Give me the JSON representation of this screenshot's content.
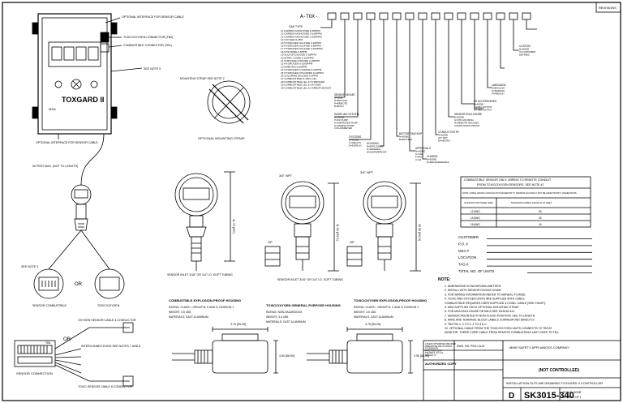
{
  "header": {
    "part_prefix": "A-TOX-",
    "revision_label": "REVISIONS"
  },
  "gas_codes": {
    "title": "GAS TYPE",
    "items": [
      "11 CARBON MONOXIDE 0-50PPM",
      "12 CARBON MONOXIDE 0-100PPM",
      "13 CARBON MONOXIDE 0-500PPM",
      "14 OXYGEN 0-25%",
      "15 HYDROGEN SULFIDE 0-10PPM",
      "16 HYDROGEN SULFIDE 0-50PPM",
      "17 HYDROGEN SULFIDE 0-100PPM",
      "18 CHLORINE 0-5PPM",
      "19 SULFUR DIOXIDE 0-20PPM",
      "20 NITRIC OXIDE 0-100PPM",
      "21 NITROGEN DIOXIDE 0-20PPM",
      "22 HYDROGEN 0-1000PPM",
      "23 AMMONIA 0-50PPM",
      "24 HYDROGEN CYANIDE 0-20PPM",
      "25 HYDROGEN CHLORIDE 0-20PPM",
      "26 CHLORINE DIOXIDE 0-1PPM",
      "27 COMBUSTIBLE 0-100% LEL",
      "28 COMBUSTIBLE LEL & HYDROGEN",
      "29 COMBUSTIBLE LEL & OXYGEN",
      "30 COMBUSTIBLE LEL & CARBON MONOX"
    ]
  },
  "option_blocks": [
    {
      "title": "SENSOR MOUNT",
      "lines": [
        "S=SIDE",
        "D=BOTTOM",
        "R=REMOTE",
        "B=BOTH"
      ]
    },
    {
      "title": "SAMPLING SYSTEM",
      "lines": [
        "N=NONE",
        "P=DC PUMP",
        "A=ASPIRATED PUMP",
        "S=SAMPLE PUMP",
        "F=FLOWMETER"
      ]
    },
    {
      "title": "SYSTEMS",
      "lines": [
        "N=NONE",
        "A=RELAYS",
        "D=DISPLAY"
      ]
    },
    {
      "title": "HOUSING",
      "lines": [
        "E=EXPLOSION",
        "G=GENERAL",
        "W=WATERPROOF"
      ]
    },
    {
      "title": "BATTERY BACKUP",
      "lines": [
        "N=NONE",
        "B=BATTERY"
      ]
    },
    {
      "title": "APPROVALS",
      "lines": [
        "N=NONE",
        "C=CSA",
        "F=FM",
        "U=UL"
      ]
    },
    {
      "title": "CHARGE",
      "lines": [
        "N=NONE",
        "R=RECHARGEABLE"
      ]
    },
    {
      "title": "CONDUIT ENTRY",
      "lines": [
        "N=NONE",
        "3/4\" NPT",
        "M=METRIC"
      ]
    },
    {
      "title": "SENSOR ENCLOSURE",
      "lines": [
        "N=NONE",
        "S=STD HOUSING",
        "R=REMOTE HOUSING",
        "X=EXPLOSION PROOF"
      ]
    },
    {
      "title": "I/O ACCESSORIES",
      "lines": [
        "N=NONE",
        "4-20MA OUTPUT",
        "RS-485 OUTPUT"
      ]
    },
    {
      "title": "LANGUAGE",
      "lines": [
        "E=ENGLISH",
        "S=SPANISH",
        "F=FRENCH"
      ]
    },
    {
      "title": "CUSTOM",
      "lines": [
        "N=NONE",
        "X=CUSTOMER",
        "DEFINED"
      ]
    }
  ],
  "controller": {
    "brand": "TOXGARD II",
    "maker": "MSA",
    "labels": {
      "optional_interface_top": "OPTIONAL INTERFACE FOR SENSOR CABLE",
      "toxic_connector": "TOXIC/OXYGEN CONNECTOR (TB2)",
      "combustible_connector": "COMBUSTIBLE CONNECTOR (TB1)",
      "optional_interface_bottom": "OPTIONAL INTERFACE FOR SENSOR CABLE",
      "see_note": "SEE NOTE 9"
    }
  },
  "mounting_strap": {
    "label": "MOUNTING STRAP SEE NOTE 2",
    "caption": "OPTIONAL MOUNTING STRAP"
  },
  "cable": {
    "label": "50 FEET MAX. (NOT TO LENGTH)"
  },
  "sensor_details": {
    "or_label": "OR",
    "see_note": "SEE NOTE 3",
    "left_caption": "SENSOR COMBUSTIBLE",
    "right_caption": "TOXIC/OXYGEN"
  },
  "housings": [
    {
      "caption": "COMBUSTIBLE EXPLOSION-PROOF HOUSING",
      "inlet": "SENSOR INLET 3/16\" OR 1/4\" I.D. SOFT TUBING",
      "rating": "RATING: CLASS I, GROUP B, C AND D, DIVISION 1",
      "weight": "WEIGHT: 3.5 LBS.",
      "material": "MATERIALS: CAST ALUMINUM",
      "dimension": "11.70 [297]"
    },
    {
      "caption": "TOXIC/OXYGEN GENERAL-PURPOSE HOUSING",
      "inlet": "SENSOR INLET 3/16\" OR 1/4\" I.D. SOFT TUBING",
      "rating": "RATING: NON-HAZARDOUS",
      "weight": "WEIGHT: 3.0 LBS.",
      "material": "MATERIALS: CAST ALUMINUM",
      "dimension": "11.50 [292.1]",
      "npt": "3/4\" NPT",
      "op": "OP"
    },
    {
      "caption": "TOXIC/OXYGEN EXPLOSION-PROOF HOUSING",
      "rating": "RATING: CLASS I, GROUP B, C AND D, DIVISION 1",
      "weight": "WEIGHT: 3.5 LBS.",
      "material": "MATERIALS: CAST ALUMINUM",
      "dimension": "15.50 [342.9]",
      "npt": "3/4\" NPT",
      "op": "OP"
    }
  ],
  "cable_table": {
    "title": "COMBUSTIBLE SENSOR ONLY: WIRING TO REMOTE CONDUIT",
    "subtitle": "FROM TOXIC/OXYGEN SENSORS, SEE NOTE #7",
    "note": "NOTE: CABLE LENGTH SHOULD NOT EXCEED 50 FT. SENSOR ACCURACY MAY BE AFFECTED BY LONGER RUNS.",
    "headers": [
      "CONDUCTOR WIRE SIZE",
      "MAXIMUM CABLE LENGTH IN FEET"
    ],
    "rows": [
      [
        "12 AWG",
        "50"
      ],
      [
        "14 AWG",
        "25"
      ],
      [
        "16 AWG",
        "16"
      ]
    ]
  },
  "customer_block": {
    "fields": [
      "CUSTOMER",
      "P.O. #",
      "MSA #",
      "LOCATION",
      "TAG #",
      "TOTAL NO. OF UNITS"
    ]
  },
  "notes": {
    "title": "NOTE:",
    "items": [
      "1. DIMENSIONS IN INCHES/MILLIMETERS.",
      "2. INSTALL WITH SENSOR FACING DOWN.",
      "3. FOR WIRING INFORMATION REFER TO MANUAL #714536.",
      "4. TOXIC AND OXYGEN UNITS ARE SUPPLIED WITH CABLE.",
      "   COMBUSTIBLE REQUIRES USER SUPPLIED 3-COND. CABLE (SEE CHART).",
      "5. MSA SUPPLIES FIELD OPTIONAL MOUNTING STRAP.",
      "6. FOR MSA ENCLOSURE DETAILS SEE SK3015-341.",
      "7. SENSOR MOUNTED IN NON-FLOOD POSITION. SEE TO LENGTH.",
      "8. WIRE AND TERMINAL BLOCK LABELS CORRESPOND DIRECTLY.",
      "9. TB2 PIN 1, 2 TO 3, 2 TO 3 & C.",
      "10. OPTIONAL CABLE FROM THE TOXIC/OXYGEN UNITS CONNECTS TO TB2 AT",
      "   MONITOR. THREE CORE CABLE FROM REMOTE COMBUSTIBLE UNIT GOES TO TB1."
    ]
  },
  "wiring_detail": {
    "labels": {
      "tb_label": "TB1",
      "sensor_connection": "SENSOR CONNECTION",
      "oxygen_cable": "OXYGEN SENSOR CABLE 4 CONDUCTOR",
      "interconnections": "INTERCONNECTIONS SEE NOTES 7 AND 8",
      "toxic_cable": "TOXIC SENSOR CABLE 8 CONDUCTOR",
      "or_label": "OR"
    }
  },
  "bottom_views": [
    {
      "dimension": "3.75 [95.25]",
      "height": "3.50 [88.90]"
    },
    {
      "dimension": "3.75 [95.25]",
      "height": "3.50 [88.90]"
    }
  ],
  "title_block": {
    "left_lines": [
      "UNLESS OTHERWISE SPECIFIED",
      "DIMENSIONS ARE IN INCHES",
      "TOLERANCES",
      "FRACTIONS ±1/64",
      "DECIMALS .XX ±.01",
      "ANGLES ±1°"
    ],
    "drawing_no_label": "DWG. NO. PSO-CA-M",
    "authorized": "AUTHORIZED COPY",
    "company": "MINE SAFETY APPLIANCES COMPANY",
    "controlled": "(NOT CONTROLLED)",
    "title": "INSTALLATION OUTLINE DRAWING TOXGARD II CONTROLLER",
    "size": "D",
    "drawing_number": "SK3015-340",
    "scale": "SCALE: NONE",
    "sheet": "SHEET 1 OF 1"
  }
}
